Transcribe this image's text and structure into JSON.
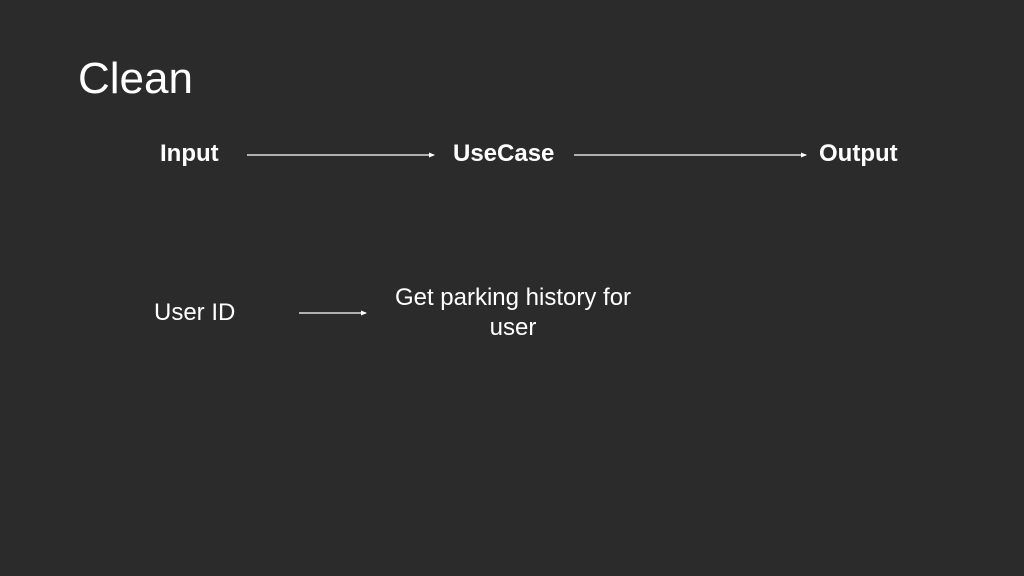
{
  "slide": {
    "title": "Clean",
    "background_color": "#2b2b2b",
    "text_color": "#ffffff"
  },
  "diagram": {
    "headers": {
      "input": "Input",
      "usecase": "UseCase",
      "output": "Output"
    },
    "example": {
      "input": "User ID",
      "usecase": "Get parking history for user"
    }
  }
}
